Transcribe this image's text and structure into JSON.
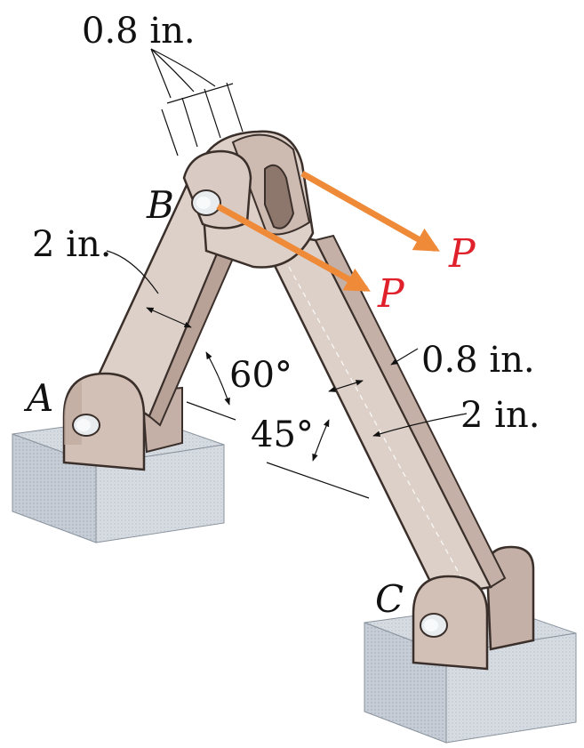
{
  "figure": {
    "labels": {
      "point_a": "A",
      "point_b": "B",
      "point_c": "C",
      "pin_dim": "0.8 in.",
      "ab_width": "2 in.",
      "bc_thickness": "0.8 in.",
      "bc_width": "2 in.",
      "angle_ab": "60°",
      "angle_bc": "45°",
      "force_upper": "P",
      "force_lower": "P"
    },
    "colors": {
      "member": "#ddd0c8",
      "member_shade": "#c7b4aa",
      "member_dark": "#a8938a",
      "outline": "#3a2f2a",
      "base_top": "#dfe4ea",
      "base_side": "#c9d0d8",
      "force_arrow": "#ee8a38",
      "force_label": "#e0202a",
      "pin": "#e8ecef"
    }
  }
}
